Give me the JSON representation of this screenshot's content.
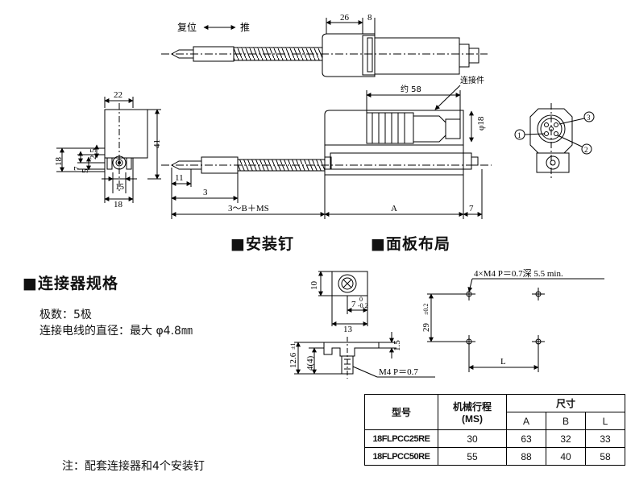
{
  "drawing": {
    "label_reset": "复位",
    "label_push": "推",
    "dim_26": "26",
    "dim_8": "8",
    "dim_about_58": "约 58",
    "label_connector_part": "连接件",
    "dim_22": "22",
    "dim_41": "41",
    "dim_18_side": "18",
    "dim_7": "7",
    "dim_5": "5",
    "dim_2_5": "2.5",
    "dim_15": "15",
    "dim_18_bottom": "18",
    "dim_11": "11",
    "dim_3": "3",
    "dim_3_b_ms": "3～B＋MS",
    "dim_A": "A",
    "dim_7_right": "7",
    "dim_phi18": "φ18",
    "pin_1": "1",
    "pin_2": "2",
    "pin_3": "3",
    "dim_10": "10",
    "dim_7_tol": "7",
    "tol_upper": "0",
    "tol_lower": "-0.2",
    "dim_13": "13",
    "dim_12_6": "12.6",
    "dim_12_6_tol": "±1",
    "dim_4_4": "4(4)",
    "dim_1_5": "1.5",
    "label_m4": "M4  P＝0.7",
    "panel_spec": "4×M4  P＝0.7深 5.5 min.",
    "dim_29": "29",
    "dim_29_tol": "±0.2",
    "dim_L": "L"
  },
  "headings": {
    "mount_pin": "■安装钉",
    "panel_layout": "■面板布局",
    "connector_spec": "■连接器规格"
  },
  "connector": {
    "poles": "极数：5极",
    "wire_diameter": "连接电线的直径：最大 φ4.8㎜"
  },
  "note": "注：配套连接器和4个安装钉",
  "table": {
    "header_model": "型号",
    "header_stroke": "机械行程",
    "header_stroke_unit": "(MS)",
    "header_size": "尺寸",
    "col_a": "A",
    "col_b": "B",
    "col_l": "L",
    "rows": [
      {
        "model": "18FLPCC25RE",
        "ms": "30",
        "a": "63",
        "b": "32",
        "l": "33"
      },
      {
        "model": "18FLPCC50RE",
        "ms": "55",
        "a": "88",
        "b": "40",
        "l": "58"
      }
    ]
  }
}
